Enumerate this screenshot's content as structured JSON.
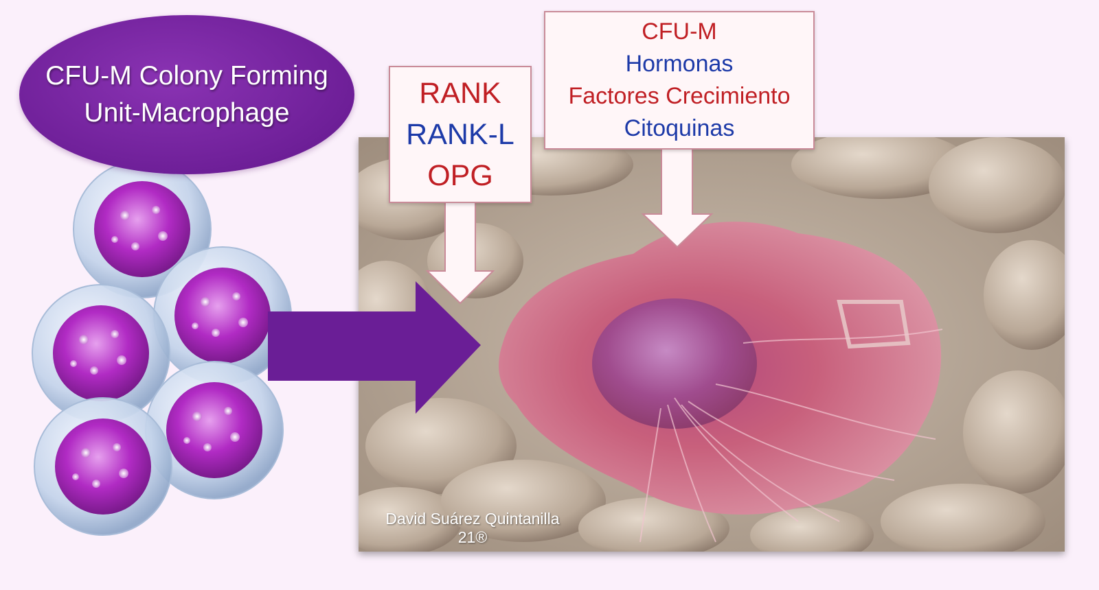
{
  "source_bubble": {
    "line1": "CFU-M Colony Forming",
    "line2": "Unit-Macrophage",
    "color": "#6e1f98"
  },
  "rank_box": {
    "items": [
      {
        "text": "RANK",
        "color": "#c01f24"
      },
      {
        "text": "RANK-L",
        "color": "#1d3aa8"
      },
      {
        "text": "OPG",
        "color": "#c01f24"
      }
    ]
  },
  "factors_box": {
    "items": [
      {
        "text": "CFU-M",
        "color": "#c01f24"
      },
      {
        "text": "Hormonas",
        "color": "#1d3aa8"
      },
      {
        "text": "Factores Crecimiento",
        "color": "#c01f24"
      },
      {
        "text": "Citoquinas",
        "color": "#1d3aa8"
      }
    ]
  },
  "credit": {
    "line1": "David Suárez Quintanilla",
    "line2": "21®"
  },
  "colors": {
    "main_arrow": "#6a1e96",
    "cell_body": "#c9627f",
    "cell_nucleus": "#b04a8a",
    "bone_surface": "#bcaa98",
    "precursor_core": "#b12bc4"
  }
}
